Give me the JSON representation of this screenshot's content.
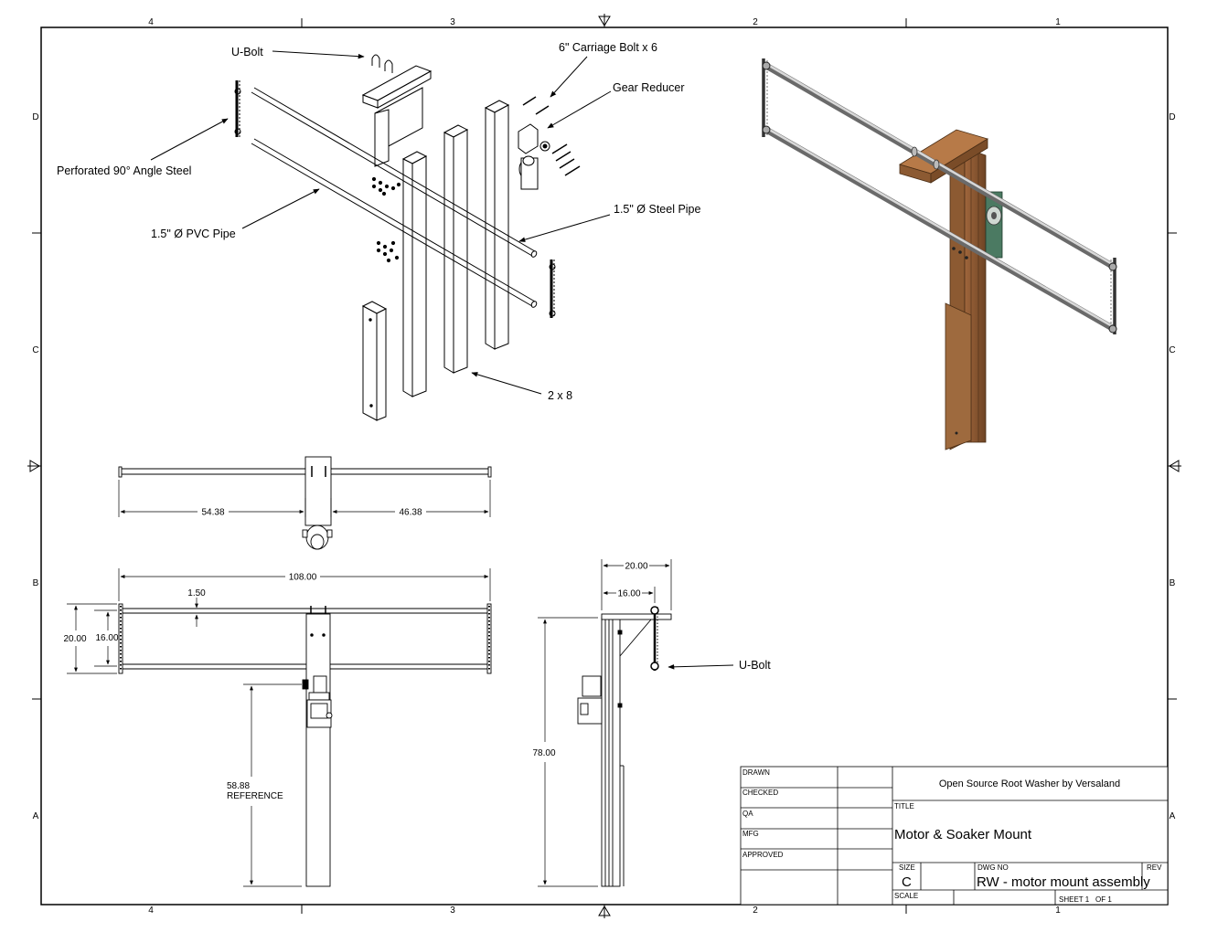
{
  "zones": {
    "columns": [
      "4",
      "3",
      "2",
      "1"
    ],
    "rows": [
      "D",
      "C",
      "B",
      "A"
    ]
  },
  "callouts": {
    "u_bolt_top": "U-Bolt",
    "carriage_bolt": "6\" Carriage Bolt x 6",
    "gear_reducer": "Gear Reducer",
    "angle_steel": "Perforated 90° Angle Steel",
    "pvc_pipe": "1.5\" Ø PVC Pipe",
    "steel_pipe": "1.5\" Ø Steel Pipe",
    "lumber": "2 x 8",
    "u_bolt_side": "U-Bolt"
  },
  "dimensions": {
    "top_left": "54.38",
    "top_right": "46.38",
    "front_width": "108.00",
    "pipe_dia": "1.50",
    "front_height_outer": "20.00",
    "front_height_inner": "16.00",
    "front_ref_height": "58.88",
    "front_ref_label": "REFERENCE",
    "side_top_outer": "20.00",
    "side_top_inner": "16.00",
    "side_height": "78.00"
  },
  "title_block": {
    "drawn": "DRAWN",
    "checked": "CHECKED",
    "qa": "QA",
    "mfg": "MFG",
    "approved": "APPROVED",
    "company": "Open Source Root Washer by Versaland",
    "title_label": "TITLE",
    "title": "Motor & Soaker Mount",
    "size_label": "SIZE",
    "size": "C",
    "dwg_no_label": "DWG NO",
    "dwg_no": "RW - motor mount assembly",
    "rev_label": "REV",
    "scale_label": "SCALE",
    "sheet_label": "SHEET 1",
    "sheet_of": "OF 1"
  }
}
